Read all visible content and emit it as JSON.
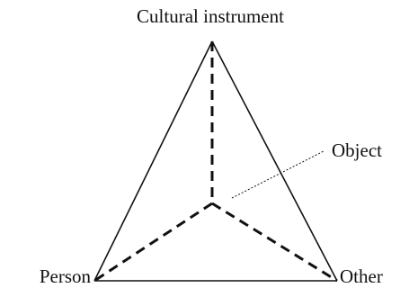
{
  "diagram": {
    "labels": {
      "top": "Cultural instrument",
      "object": "Object",
      "left": "Person",
      "right": "Other"
    },
    "colors": {
      "stroke": "#111111",
      "background": "#ffffff"
    }
  }
}
